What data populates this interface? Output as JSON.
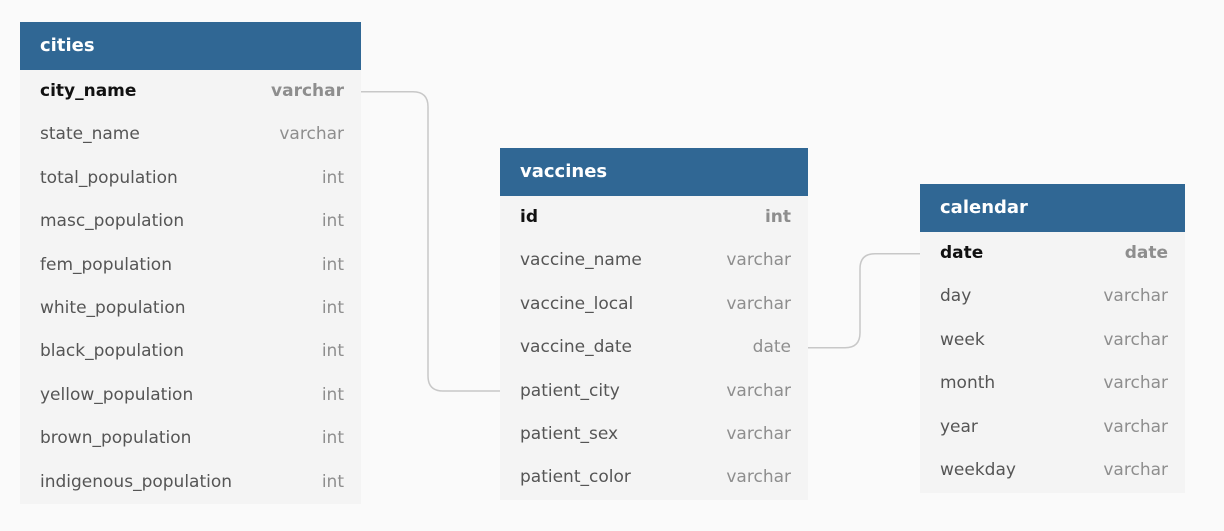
{
  "tables": {
    "cities": {
      "title": "cities",
      "columns": [
        {
          "name": "city_name",
          "type": "varchar",
          "pk": true
        },
        {
          "name": "state_name",
          "type": "varchar"
        },
        {
          "name": "total_population",
          "type": "int"
        },
        {
          "name": "masc_population",
          "type": "int"
        },
        {
          "name": "fem_population",
          "type": "int"
        },
        {
          "name": "white_population",
          "type": "int"
        },
        {
          "name": "black_population",
          "type": "int"
        },
        {
          "name": "yellow_population",
          "type": "int"
        },
        {
          "name": "brown_population",
          "type": "int"
        },
        {
          "name": "indigenous_population",
          "type": "int"
        }
      ]
    },
    "vaccines": {
      "title": "vaccines",
      "columns": [
        {
          "name": "id",
          "type": "int",
          "pk": true
        },
        {
          "name": "vaccine_name",
          "type": "varchar"
        },
        {
          "name": "vaccine_local",
          "type": "varchar"
        },
        {
          "name": "vaccine_date",
          "type": "date"
        },
        {
          "name": "patient_city",
          "type": "varchar"
        },
        {
          "name": "patient_sex",
          "type": "varchar"
        },
        {
          "name": "patient_color",
          "type": "varchar"
        }
      ]
    },
    "calendar": {
      "title": "calendar",
      "columns": [
        {
          "name": "date",
          "type": "date",
          "pk": true
        },
        {
          "name": "day",
          "type": "varchar"
        },
        {
          "name": "week",
          "type": "varchar"
        },
        {
          "name": "month",
          "type": "varchar"
        },
        {
          "name": "year",
          "type": "varchar"
        },
        {
          "name": "weekday",
          "type": "varchar"
        }
      ]
    }
  },
  "relationships": [
    {
      "from": "cities.city_name",
      "to": "vaccines.patient_city"
    },
    {
      "from": "vaccines.vaccine_date",
      "to": "calendar.date"
    }
  ],
  "colors": {
    "header": "#306794",
    "header_text": "#ffffff",
    "table_body": "#f4f4f4",
    "background": "#fafafa",
    "connector": "#c8c8c8"
  }
}
